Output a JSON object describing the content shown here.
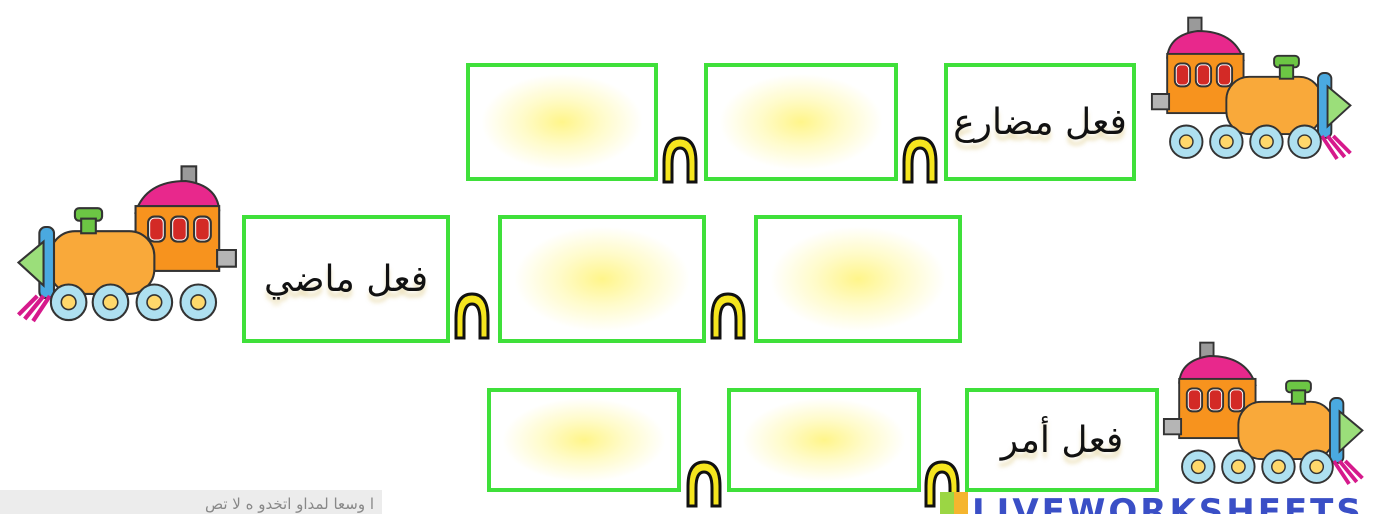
{
  "rows": [
    {
      "id": "row-1",
      "boxes": [
        "",
        "",
        "فعل مضارع"
      ]
    },
    {
      "id": "row-2",
      "boxes": [
        "فعل ماضي",
        "",
        ""
      ]
    },
    {
      "id": "row-3",
      "boxes": [
        "",
        "",
        "فعل أمر"
      ]
    }
  ],
  "footer": {
    "note": "ا وسعا لمداو اتخدو ه لا تص",
    "brand": "LIVEWORKSHEETS"
  },
  "colors": {
    "box_border": "#3fe03a",
    "box_glow": "#fff58a",
    "coupler": "#f5e51e",
    "brand": "#3a4fc6"
  }
}
